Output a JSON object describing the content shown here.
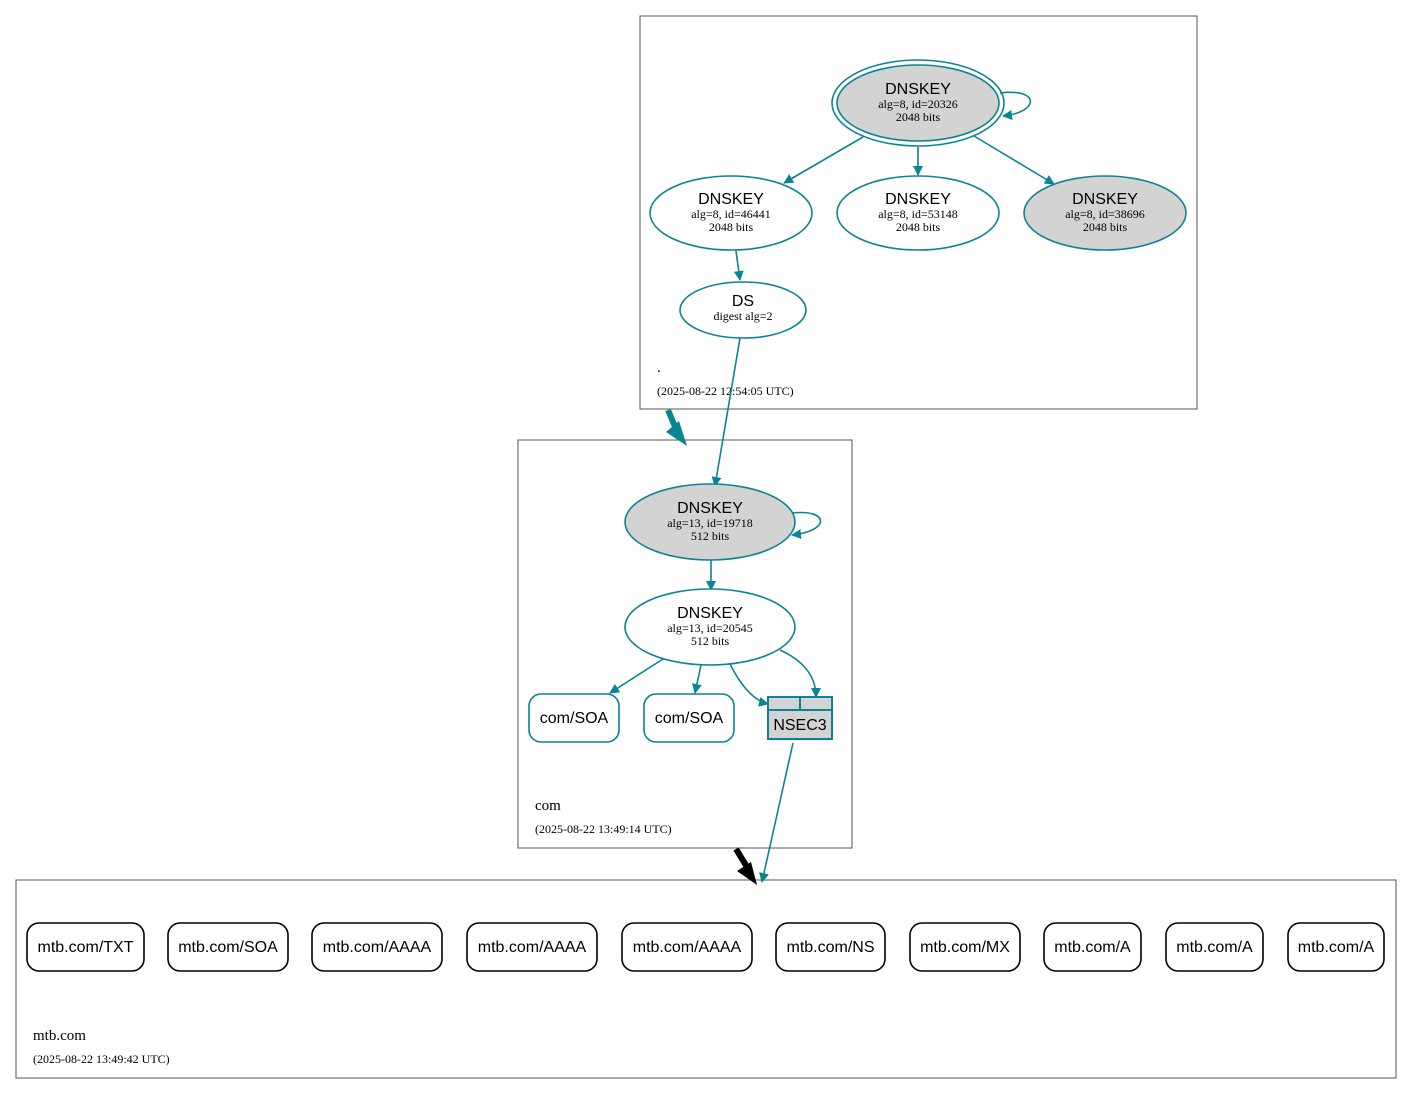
{
  "colors": {
    "edge": "#0a8494",
    "node_border": "#0a8494",
    "node_fill_gray": "#d3d3d3",
    "node_fill_white": "#ffffff",
    "delegation_arrow_secure": "#0a8494",
    "delegation_arrow_insecure": "#000000",
    "cluster_border": "#555555"
  },
  "zones": [
    {
      "name": ".",
      "timestamp": "(2025-08-22 12:54:05 UTC)",
      "nodes": [
        {
          "id": "root_ksk",
          "type": "DNSKEY",
          "title": "DNSKEY",
          "line1": "alg=8, id=20326",
          "line2": "2048 bits",
          "filled": true,
          "trust_anchor": true,
          "self_signed": true
        },
        {
          "id": "root_zsk1",
          "type": "DNSKEY",
          "title": "DNSKEY",
          "line1": "alg=8, id=46441",
          "line2": "2048 bits",
          "filled": false
        },
        {
          "id": "root_zsk2",
          "type": "DNSKEY",
          "title": "DNSKEY",
          "line1": "alg=8, id=53148",
          "line2": "2048 bits",
          "filled": false
        },
        {
          "id": "root_zsk3",
          "type": "DNSKEY",
          "title": "DNSKEY",
          "line1": "alg=8, id=38696",
          "line2": "2048 bits",
          "filled": true
        },
        {
          "id": "com_ds",
          "type": "DS",
          "title": "DS",
          "line1": "digest alg=2",
          "filled": false
        }
      ]
    },
    {
      "name": "com",
      "timestamp": "(2025-08-22 13:49:14 UTC)",
      "nodes": [
        {
          "id": "com_ksk",
          "type": "DNSKEY",
          "title": "DNSKEY",
          "line1": "alg=13, id=19718",
          "line2": "512 bits",
          "filled": true,
          "self_signed": true
        },
        {
          "id": "com_zsk",
          "type": "DNSKEY",
          "title": "DNSKEY",
          "line1": "alg=13, id=20545",
          "line2": "512 bits",
          "filled": false
        },
        {
          "id": "com_soa1",
          "type": "RRset",
          "title": "com/SOA"
        },
        {
          "id": "com_soa2",
          "type": "RRset",
          "title": "com/SOA"
        },
        {
          "id": "com_nsec3",
          "type": "NSEC3",
          "title": "NSEC3"
        }
      ]
    },
    {
      "name": "mtb.com",
      "timestamp": "(2025-08-22 13:49:42 UTC)",
      "rrsets": [
        "mtb.com/TXT",
        "mtb.com/SOA",
        "mtb.com/AAAA",
        "mtb.com/AAAA",
        "mtb.com/AAAA",
        "mtb.com/NS",
        "mtb.com/MX",
        "mtb.com/A",
        "mtb.com/A",
        "mtb.com/A"
      ]
    }
  ],
  "edges": [
    {
      "from": "root_ksk",
      "to": "root_zsk1"
    },
    {
      "from": "root_ksk",
      "to": "root_zsk2"
    },
    {
      "from": "root_ksk",
      "to": "root_zsk3"
    },
    {
      "from": "root_zsk1",
      "to": "com_ds"
    },
    {
      "from": "com_ds",
      "to": "com_ksk"
    },
    {
      "from": "com_ksk",
      "to": "com_zsk"
    },
    {
      "from": "com_zsk",
      "to": "com_soa1"
    },
    {
      "from": "com_zsk",
      "to": "com_soa2"
    },
    {
      "from": "com_zsk",
      "to": "com_nsec3"
    },
    {
      "from": "com_nsec3",
      "to": "mtb.com"
    }
  ],
  "delegations": [
    {
      "from": ".",
      "to": "com",
      "status": "secure"
    },
    {
      "from": "com",
      "to": "mtb.com",
      "status": "insecure"
    }
  ]
}
